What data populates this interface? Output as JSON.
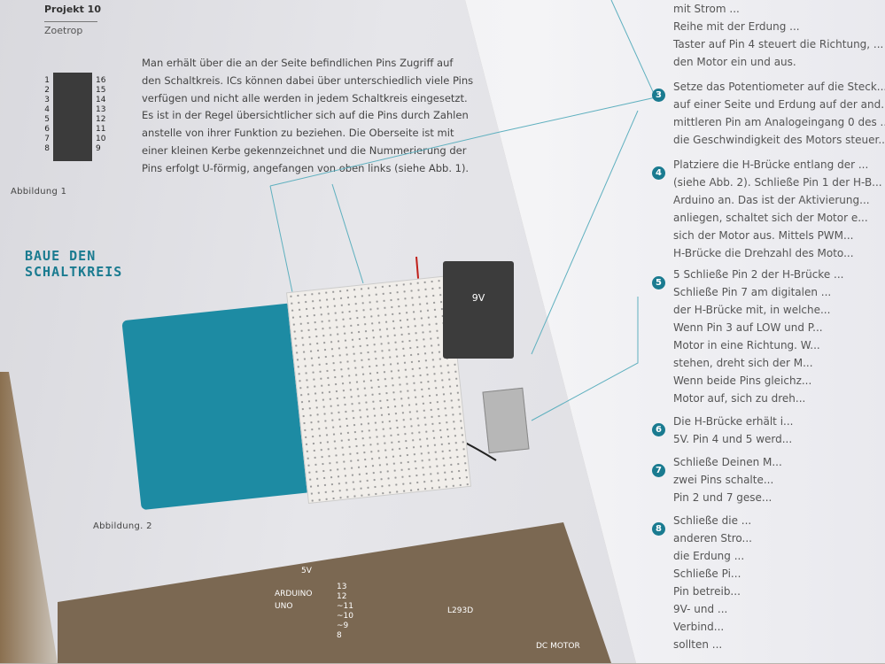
{
  "left_page": {
    "project": "Projekt 10",
    "title": "Zoetrop",
    "paragraph": [
      "Man erhält über die an der Seite befindlichen Pins Zugriff auf",
      "den Schaltkreis. ICs können dabei über unterschiedlich viele Pins",
      "verfügen und nicht alle werden in jedem Schaltkreis eingesetzt.",
      "Es ist in der Regel übersichtlicher sich auf die Pins durch Zahlen",
      "anstelle von ihrer Funktion zu beziehen. Die Oberseite ist mit",
      "einer kleinen Kerbe gekennzeichnet und die Nummerierung der",
      "Pins erfolgt U-förmig, angefangen von oben links (siehe Abb. 1)."
    ],
    "pins_left": [
      "1",
      "2",
      "3",
      "4",
      "5",
      "6",
      "7",
      "8"
    ],
    "pins_right": [
      "16",
      "15",
      "14",
      "13",
      "12",
      "11",
      "10",
      "9"
    ],
    "figure1": "Abbildung 1",
    "heading": [
      "BAUE DEN",
      "SCHALTKREIS"
    ],
    "figure2": "Abbildung. 2",
    "battery": "9V",
    "schematic": {
      "v5": "5V",
      "arduino": "ARDUINO",
      "uno": "UNO",
      "chip": "L293D",
      "motor": "DC MOTOR",
      "pins": [
        "13",
        "12",
        "~11",
        "~10",
        "~9",
        "8"
      ]
    }
  },
  "right_page": {
    "steps": [
      {
        "num": "",
        "lines": [
          "mit Strom ...",
          "Reihe mit der Erdung ...",
          "Taster auf Pin 4 steuert die Richtung, ...",
          "den Motor ein und aus."
        ]
      },
      {
        "num": "3",
        "lines": [
          "Setze das Potentiometer auf die Steck...",
          "auf einer Seite und Erdung auf der and...",
          "mittleren Pin am Analogeingang 0 des ...",
          "die Geschwindigkeit des Motors steuer..."
        ]
      },
      {
        "num": "4",
        "lines": [
          "Platziere die H-Brücke entlang der ...",
          "(siehe Abb. 2). Schließe Pin 1 der H-B...",
          "Arduino an. Das ist der Aktivierung...",
          "anliegen, schaltet sich der Motor e...",
          "sich der Motor aus. Mittels PWM...",
          "H-Brücke die Drehzahl des Moto..."
        ]
      },
      {
        "num": "5",
        "lines": [
          "5 Schließe Pin 2 der H-Brücke ...",
          "Schließe Pin 7 am digitalen ...",
          "der H-Brücke mit, in welche...",
          "Wenn Pin 3 auf LOW und P...",
          "Motor in eine Richtung. W...",
          "stehen, dreht sich der M...",
          "Wenn beide Pins gleichz...",
          "Motor auf, sich zu dreh..."
        ]
      },
      {
        "num": "6",
        "lines": [
          "Die H-Brücke erhält i...",
          "5V. Pin 4 und 5 werd..."
        ]
      },
      {
        "num": "7",
        "lines": [
          "Schließe Deinen M...",
          "zwei Pins schalte...",
          "Pin 2 und 7 gese..."
        ]
      },
      {
        "num": "8",
        "lines": [
          "Schließe die ...",
          "anderen Stro...",
          "die Erdung ...",
          "Schließe Pi...",
          "Pin betreib...",
          "9V- und ...",
          "Verbind...",
          "sollten ..."
        ]
      }
    ]
  },
  "colors": {
    "accent": "#1a7b90",
    "schematic_bg": "#7b6852",
    "arduino": "#1d8ba3"
  }
}
